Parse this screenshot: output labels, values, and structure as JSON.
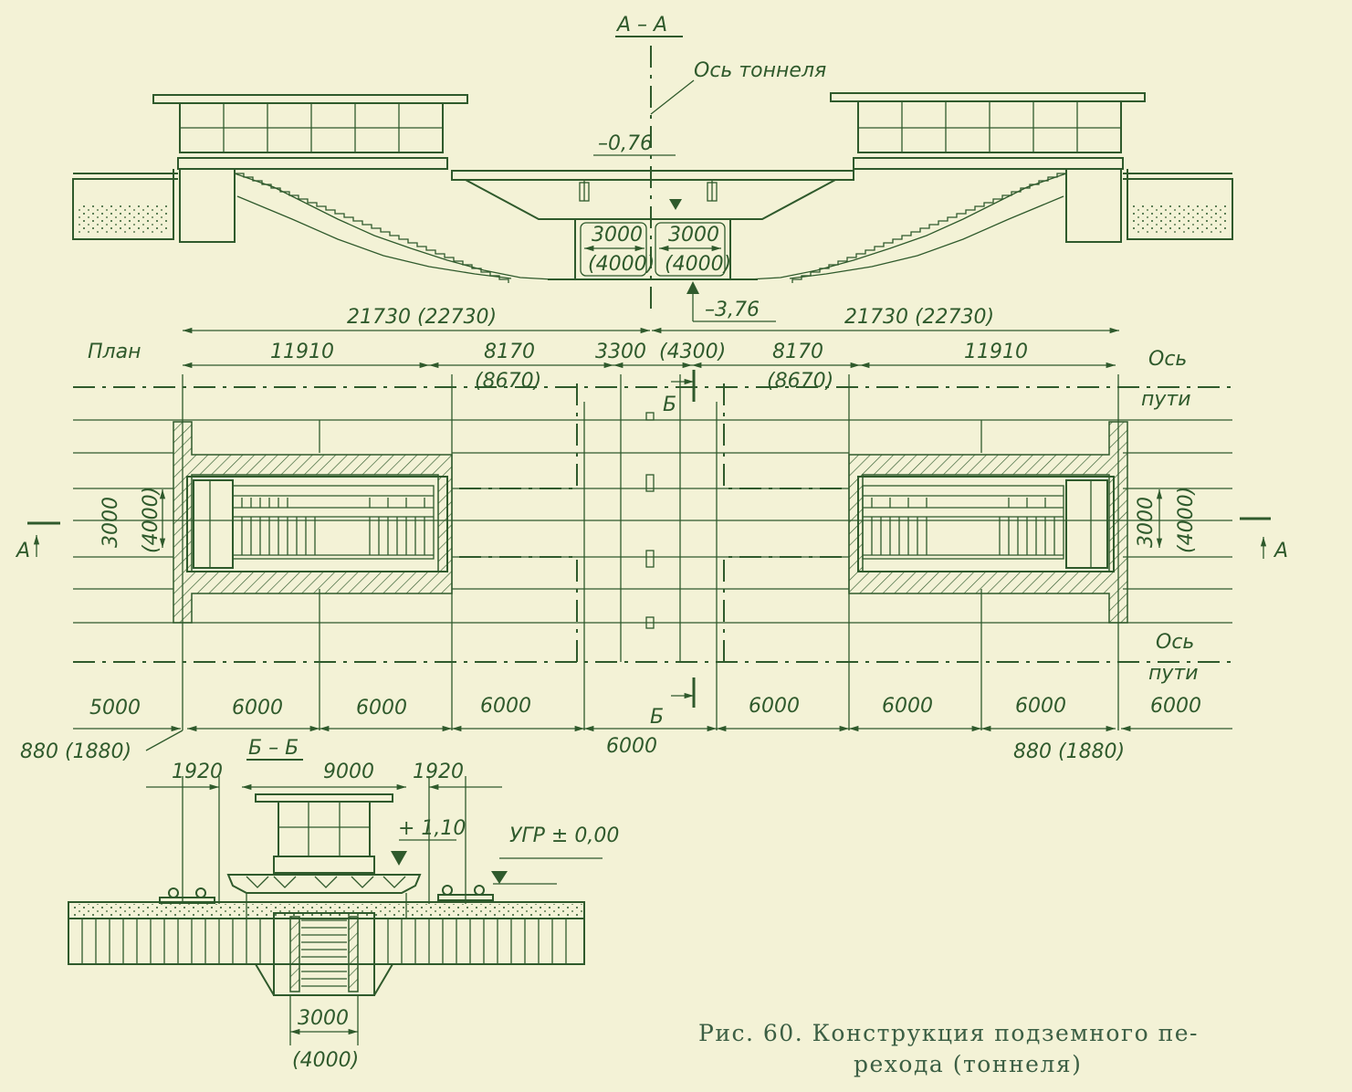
{
  "section_aa": {
    "title": "А – А",
    "axis_label": "Ось тоннеля",
    "top_level": "–0,76",
    "bottom_level": "–3,76",
    "width_left": "3000",
    "width_left_alt": "(4000)",
    "width_right": "3000",
    "width_right_alt": "(4000)",
    "span_left": "21730 (22730)",
    "span_right": "21730 (22730)"
  },
  "plan": {
    "title": "План",
    "top_dims": [
      "11910",
      "8170",
      "3300",
      "(4300)",
      "8170",
      "11910"
    ],
    "top_dims_alt": [
      "(8670)",
      "(8670)"
    ],
    "axis_top": [
      "Ось",
      "пути"
    ],
    "axis_bottom": [
      "Ось",
      "пути"
    ],
    "section_mark": "Б",
    "cut_mark": "А",
    "stair_width": "3000",
    "stair_width_alt": "(4000)",
    "bottom_dims": [
      "5000",
      "6000",
      "6000",
      "6000",
      "6000",
      "6000",
      "6000",
      "6000"
    ],
    "center_dim": "6000",
    "edge_left": "880 (1880)",
    "edge_right": "880 (1880)"
  },
  "section_bb": {
    "title": "Б – Б",
    "dims": [
      "1920",
      "9000",
      "1920"
    ],
    "level_top": "+ 1,10",
    "level_ground": "УГР ± 0,00",
    "width": "3000",
    "width_alt": "(4000)"
  },
  "caption": {
    "line1": "Рис. 60. Конструкция подземного пе-",
    "line2": "рехода (тоннеля)"
  },
  "colors": {
    "ink": "#2f5a2c",
    "paper": "#f3f2d6"
  }
}
